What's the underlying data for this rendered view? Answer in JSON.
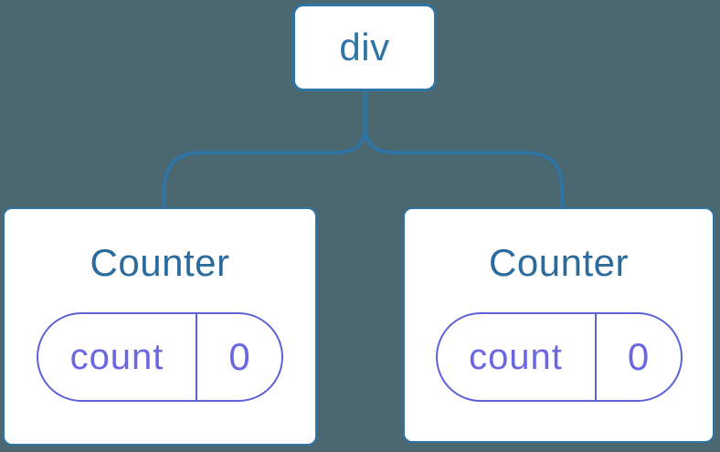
{
  "colors": {
    "bg": "#4B6870",
    "blue": "#2E74A5",
    "title": "#2C6C9C",
    "purple": "#5C62D6",
    "purpleText": "#6B67E0",
    "cardBg": "#FFFFFF"
  },
  "tree": {
    "root": {
      "label": "div"
    },
    "children": [
      {
        "title": "Counter",
        "state": {
          "key": "count",
          "value": "0"
        }
      },
      {
        "title": "Counter",
        "state": {
          "key": "count",
          "value": "0"
        }
      }
    ]
  }
}
